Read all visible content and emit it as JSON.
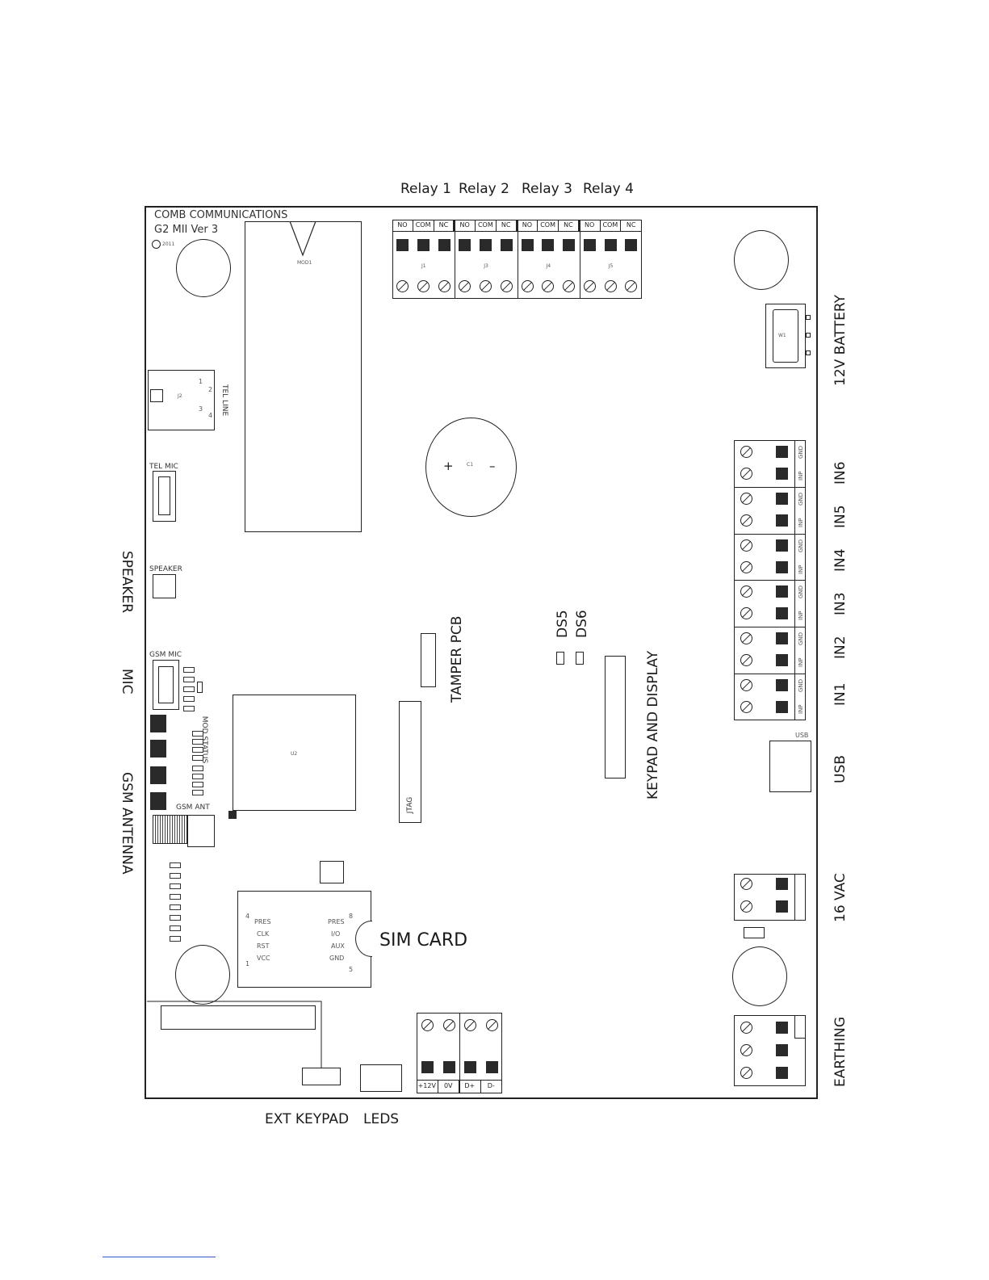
{
  "top_labels": [
    "Relay 1",
    "Relay 2",
    "Relay 3",
    "Relay 4"
  ],
  "board_brand": "COMB COMMUNICATIONS",
  "board_model": "G2 MII Ver 3",
  "copyright": "2011",
  "relay_headers": [
    "NO",
    "COM",
    "NC"
  ],
  "relay_ids": [
    "J1",
    "J3",
    "J4",
    "J5"
  ],
  "tel_line": "TEL LINE",
  "tel_pins": [
    "1",
    "2",
    "3",
    "4"
  ],
  "tel_mic": "TEL MIC",
  "speaker_small": "SPEAKER",
  "gsm_mic": "GSM MIC",
  "mod_status": "MOD STATUS",
  "gsm_ant": "GSM ANT",
  "jtag": "JTAG",
  "tamper": "TAMPER PCB",
  "ds5": "DS5",
  "ds6": "DS6",
  "keypad_display": "KEYPAD AND DISPLAY",
  "sim_card": "SIM CARD",
  "sim_left": [
    "PRES",
    "CLK",
    "RST",
    "VCC"
  ],
  "sim_right": [
    "PRES",
    "I/O",
    "AUX",
    "GND"
  ],
  "sim_pins": [
    "4",
    "8",
    "1",
    "5"
  ],
  "cap_plus": "+",
  "cap_minus": "–",
  "input_headers": [
    "GND",
    "INP"
  ],
  "right_labels": {
    "battery": "12V BATTERY",
    "in6": "IN6",
    "in5": "IN5",
    "in4": "IN4",
    "in3": "IN3",
    "in2": "IN2",
    "in1": "IN1",
    "usb": "USB",
    "vac": "16 VAC",
    "earthing": "EARTHING"
  },
  "usb_small": "USB",
  "left_labels": {
    "speaker": "SPEAKER",
    "mic": "MIC",
    "gsm_antenna": "GSM ANTENNA"
  },
  "bottom_terminals": [
    "+12V",
    "0V",
    "D+",
    "D-"
  ],
  "bottom_labels": {
    "ext_keypad": "EXT KEYPAD",
    "leds": "LEDS"
  }
}
